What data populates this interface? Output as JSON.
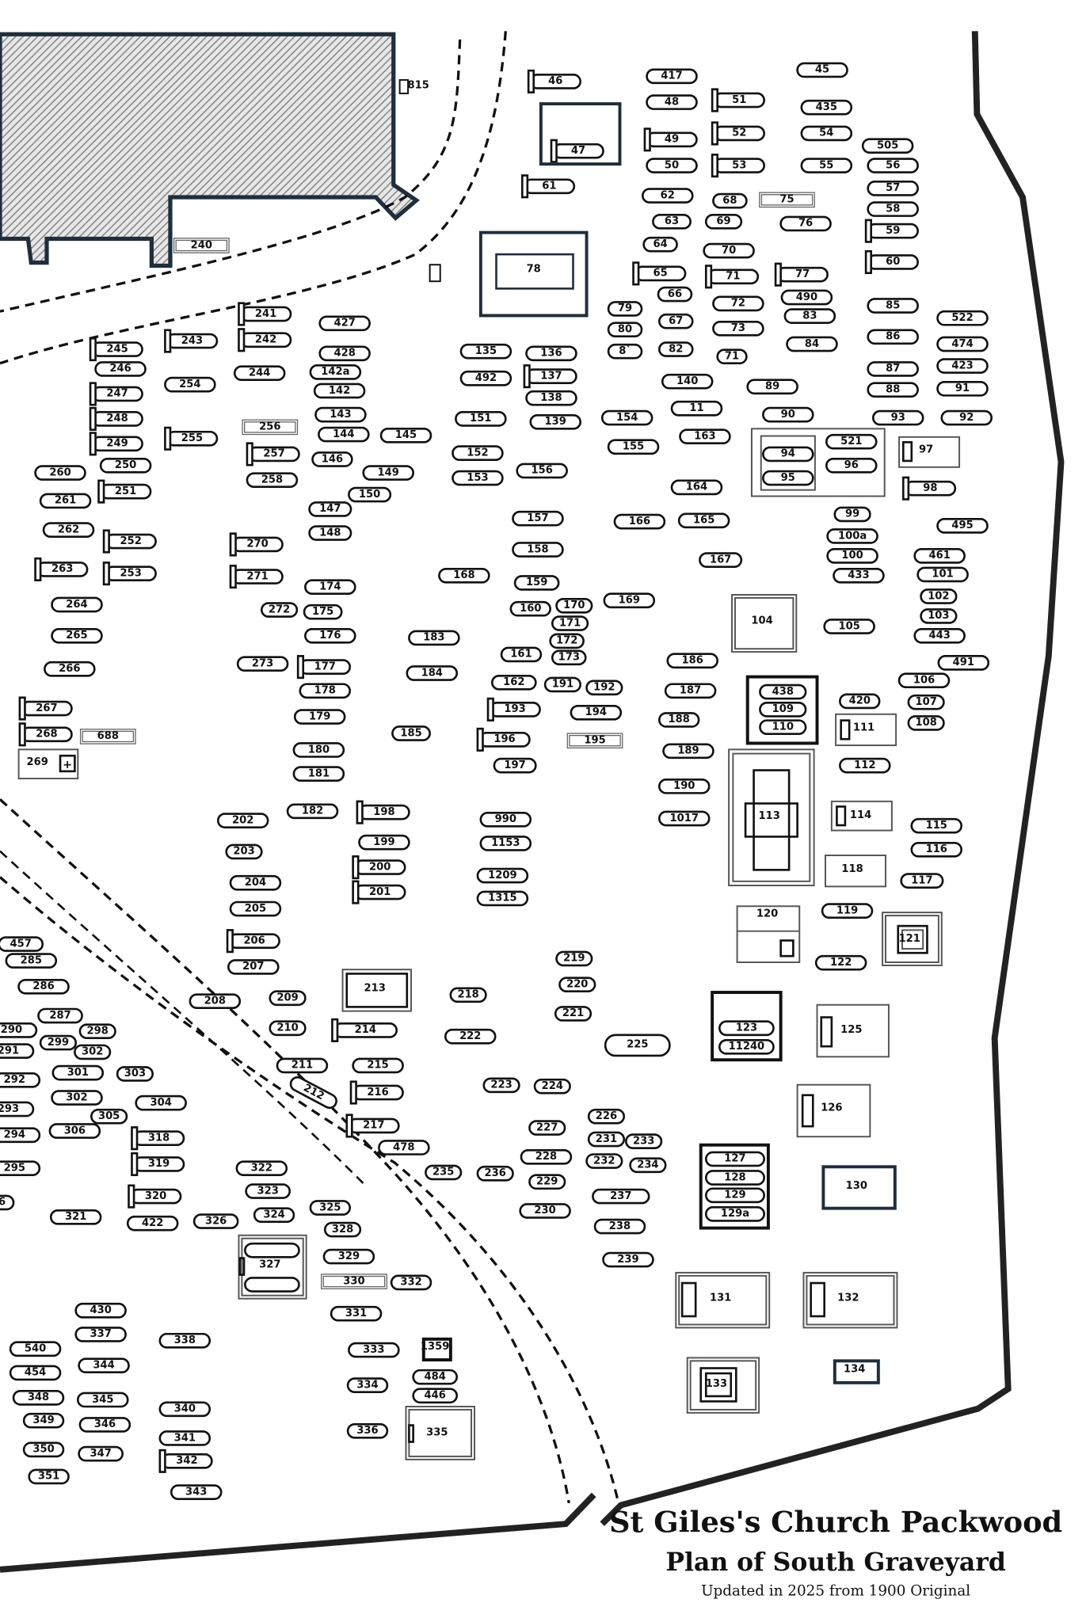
{
  "map": {
    "title": "St Giles's Church Packwood",
    "subtitle": "Plan of South Graveyard",
    "updated": "Updated in 2025 from 1900 Original",
    "colors": {
      "ink": "#111111",
      "church_outline": "#1e2e3c",
      "hatch": "#888888"
    }
  },
  "plots": [
    "46",
    "417",
    "45",
    "48",
    "51",
    "435",
    "47",
    "49",
    "52",
    "54",
    "505",
    "50",
    "53",
    "55",
    "56",
    "61",
    "57",
    "62",
    "68",
    "75",
    "58",
    "63",
    "69",
    "76",
    "59",
    "64",
    "70",
    "60",
    "78",
    "65",
    "71",
    "77",
    "66",
    "490",
    "85",
    "522",
    "79",
    "72",
    "83",
    "80",
    "67",
    "73",
    "84",
    "86",
    "474",
    "8`",
    "82",
    "71",
    "135",
    "136",
    "492",
    "137",
    "140",
    "89",
    "87",
    "423",
    "88",
    "91",
    "138",
    "11",
    "90",
    "93",
    "92",
    "151",
    "139",
    "154",
    "163",
    "155",
    "521",
    "94",
    "96",
    "95",
    "97",
    "98",
    "152",
    "156",
    "153",
    "164",
    "99",
    "495",
    "157",
    "166",
    "165",
    "100a",
    "461",
    "158",
    "100",
    "101",
    "167",
    "433",
    "168",
    "159",
    "170",
    "169",
    "102",
    "160",
    "171",
    "104",
    "105",
    "103",
    "443",
    "172",
    "161",
    "173",
    "186",
    "491",
    "162",
    "191",
    "192",
    "187",
    "106",
    "438",
    "109",
    "110",
    "420",
    "107",
    "193",
    "194",
    "188",
    "108",
    "111",
    "196",
    "195",
    "189",
    "112",
    "197",
    "113",
    "190",
    "114",
    "115",
    "990",
    "1017",
    "1153",
    "116",
    "118",
    "1209",
    "117",
    "1315",
    "119",
    "120",
    "121",
    "122",
    "245",
    "243",
    "241",
    "427",
    "246",
    "242",
    "428",
    "142a",
    "247",
    "254",
    "244",
    "142",
    "248",
    "143",
    "256",
    "144",
    "145",
    "249",
    "255",
    "257",
    "146",
    "149",
    "250",
    "260",
    "258",
    "150",
    "251",
    "261",
    "147",
    "262",
    "252",
    "270",
    "148",
    "263",
    "253",
    "271",
    "174",
    "264",
    "272",
    "175",
    "183",
    "265",
    "176",
    "266",
    "273",
    "177",
    "184",
    "178",
    "267",
    "268",
    "688",
    "179",
    "185",
    "269",
    "180",
    "181",
    "182",
    "198",
    "202",
    "199",
    "203",
    "200",
    "204",
    "201",
    "205",
    "206",
    "207",
    "213",
    "218",
    "219",
    "220",
    "221",
    "208",
    "209",
    "210",
    "214",
    "222",
    "225",
    "123",
    "11240",
    "125",
    "211",
    "215",
    "212",
    "216",
    "223",
    "224",
    "126",
    "217",
    "226",
    "227",
    "231",
    "233",
    "478",
    "228",
    "232",
    "234",
    "127",
    "128",
    "129",
    "129a",
    "130",
    "235",
    "236",
    "229",
    "237",
    "230",
    "238",
    "239",
    "457",
    "285",
    "286",
    "287",
    "290",
    "298",
    "299",
    "291",
    "302",
    "301",
    "303",
    "292",
    "302",
    "304",
    "305",
    "293",
    "306",
    "294",
    "318",
    "319",
    "295",
    "322",
    "323",
    "320",
    "6",
    "321",
    "422",
    "326",
    "324",
    "325",
    "328",
    "327",
    "329",
    "330",
    "332",
    "331",
    "430",
    "337",
    "338",
    "540",
    "344",
    "333",
    "1359",
    "454",
    "334",
    "484",
    "446",
    "348",
    "345",
    "340",
    "349",
    "346",
    "336",
    "335",
    "350",
    "341",
    "347",
    "342",
    "351",
    "343",
    "131",
    "132",
    "133",
    "134",
    "240",
    "815"
  ]
}
